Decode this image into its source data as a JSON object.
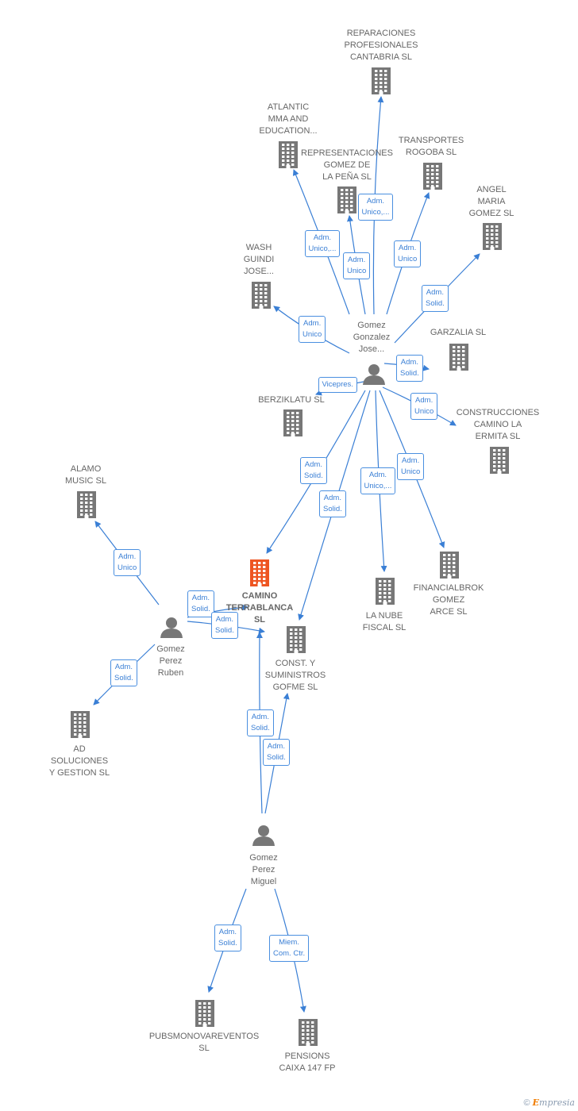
{
  "colors": {
    "edge": "#3a7fd5",
    "company": "#777777",
    "focus": "#ee5522",
    "person": "#777777"
  },
  "nodes": [
    {
      "id": "camino",
      "type": "company",
      "focus": true,
      "label": "CAMINO\nTERRABLANCA\nSL"
    },
    {
      "id": "reparaciones",
      "type": "company",
      "label": "REPARACIONES\nPROFESIONALES\nCANTABRIA SL"
    },
    {
      "id": "atlantic",
      "type": "company",
      "label": "ATLANTIC\nMMA AND\nEDUCATION..."
    },
    {
      "id": "representaciones",
      "type": "company",
      "label": "REPRESENTACIONES\nGOMEZ DE\nLA PEÑA SL"
    },
    {
      "id": "transportes",
      "type": "company",
      "label": "TRANSPORTES\nROGOBA SL"
    },
    {
      "id": "angel",
      "type": "company",
      "label": "ANGEL\nMARIA\nGOMEZ SL"
    },
    {
      "id": "wash",
      "type": "company",
      "label": "WASH\nGUINDI\nJOSE..."
    },
    {
      "id": "garzalia",
      "type": "company",
      "label": "GARZALIA SL"
    },
    {
      "id": "berziklatu",
      "type": "company",
      "label": "BERZIKLATU SL"
    },
    {
      "id": "construcciones",
      "type": "company",
      "label": "CONSTRUCCIONES\nCAMINO LA\nERMITA SL"
    },
    {
      "id": "alamo",
      "type": "company",
      "label": "ALAMO\nMUSIC SL"
    },
    {
      "id": "financialbrok",
      "type": "company",
      "label": "FINANCIALBROK\nGOMEZ\nARCE SL"
    },
    {
      "id": "lanube",
      "type": "company",
      "label": "LA NUBE\nFISCAL SL"
    },
    {
      "id": "const",
      "type": "company",
      "label": "CONST. Y\nSUMINISTROS\nGOFME SL"
    },
    {
      "id": "ad",
      "type": "company",
      "label": "AD\nSOLUCIONES\nY GESTION SL"
    },
    {
      "id": "pubs",
      "type": "company",
      "label": "PUBSMONOVAREVENTOS\nSL"
    },
    {
      "id": "pensions",
      "type": "company",
      "label": "PENSIONS\nCAIXA 147 FP"
    },
    {
      "id": "jose",
      "type": "person",
      "label": "Gomez\nGonzalez\nJose..."
    },
    {
      "id": "ruben",
      "type": "person",
      "label": "Gomez\nPerez\nRuben"
    },
    {
      "id": "miguel",
      "type": "person",
      "label": "Gomez\nPerez\nMiguel"
    }
  ],
  "edges": [
    {
      "from": "jose",
      "to": "reparaciones",
      "label": "Adm.\nUnico,..."
    },
    {
      "from": "jose",
      "to": "atlantic",
      "label": "Adm.\nUnico,..."
    },
    {
      "from": "jose",
      "to": "representaciones",
      "label": "Adm.\nUnico"
    },
    {
      "from": "jose",
      "to": "transportes",
      "label": "Adm.\nUnico"
    },
    {
      "from": "jose",
      "to": "angel",
      "label": "Adm.\nSolid."
    },
    {
      "from": "jose",
      "to": "wash",
      "label": "Adm.\nUnico"
    },
    {
      "from": "jose",
      "to": "garzalia",
      "label": "Adm.\nSolid."
    },
    {
      "from": "jose",
      "to": "berziklatu",
      "label": "Vicepres."
    },
    {
      "from": "jose",
      "to": "construcciones",
      "label": "Adm.\nUnico"
    },
    {
      "from": "jose",
      "to": "camino",
      "label": "Adm.\nSolid."
    },
    {
      "from": "jose",
      "to": "const",
      "label": "Adm.\nSolid."
    },
    {
      "from": "jose",
      "to": "lanube",
      "label": "Adm.\nUnico,..."
    },
    {
      "from": "jose",
      "to": "financialbrok",
      "label": "Adm.\nUnico"
    },
    {
      "from": "ruben",
      "to": "alamo",
      "label": "Adm.\nUnico"
    },
    {
      "from": "ruben",
      "to": "camino",
      "label": "Adm.\nSolid."
    },
    {
      "from": "ruben",
      "to": "const",
      "label": "Adm.\nSolid."
    },
    {
      "from": "ruben",
      "to": "ad",
      "label": "Adm.\nSolid."
    },
    {
      "from": "miguel",
      "to": "camino",
      "label": "Adm.\nSolid."
    },
    {
      "from": "miguel",
      "to": "const",
      "label": "Adm.\nSolid."
    },
    {
      "from": "miguel",
      "to": "pubs",
      "label": "Adm.\nSolid."
    },
    {
      "from": "miguel",
      "to": "pensions",
      "label": "Miem.\nCom. Ctr."
    }
  ],
  "footer": {
    "copyright": "©",
    "brand_first": "E",
    "brand_rest": "mpresia"
  }
}
